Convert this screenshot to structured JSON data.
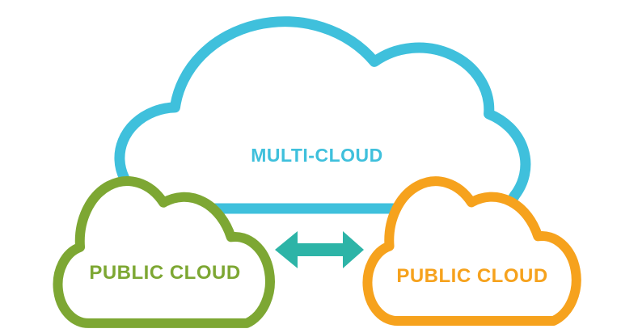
{
  "diagram": {
    "background_color": "#ffffff",
    "multi_cloud": {
      "label": "MULTI-CLOUD",
      "color": "#3fc0dc"
    },
    "public_cloud_left": {
      "label": "PUBLIC CLOUD",
      "color": "#7da733"
    },
    "public_cloud_right": {
      "label": "PUBLIC CLOUD",
      "color": "#f6a21d"
    },
    "arrow": {
      "color": "#2db4a7",
      "type": "bidirectional"
    }
  }
}
